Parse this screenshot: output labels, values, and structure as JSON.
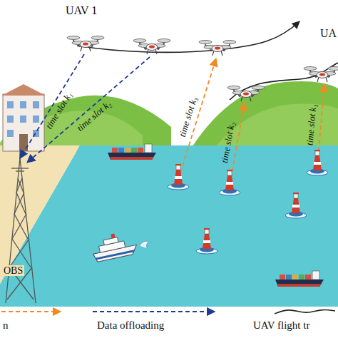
{
  "diagram": {
    "labels": [
      "UAV 1",
      "UA",
      "time slot k₁",
      "time slot k₂",
      "time slot k₃",
      "time slot k₂",
      "time slot k₁",
      "OBS"
    ],
    "legend": [
      {
        "text": "n"
      },
      {
        "text": "Data offloading"
      },
      {
        "text": "UAV flight tr"
      }
    ]
  }
}
